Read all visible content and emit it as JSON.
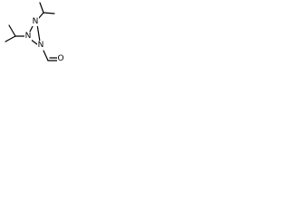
{
  "structure": {
    "atoms": {
      "n_left": "N",
      "n_top": "N",
      "n_bottom": "N",
      "o_carbonyl": "O"
    },
    "line_color": "#000000",
    "background": "#ffffff"
  }
}
